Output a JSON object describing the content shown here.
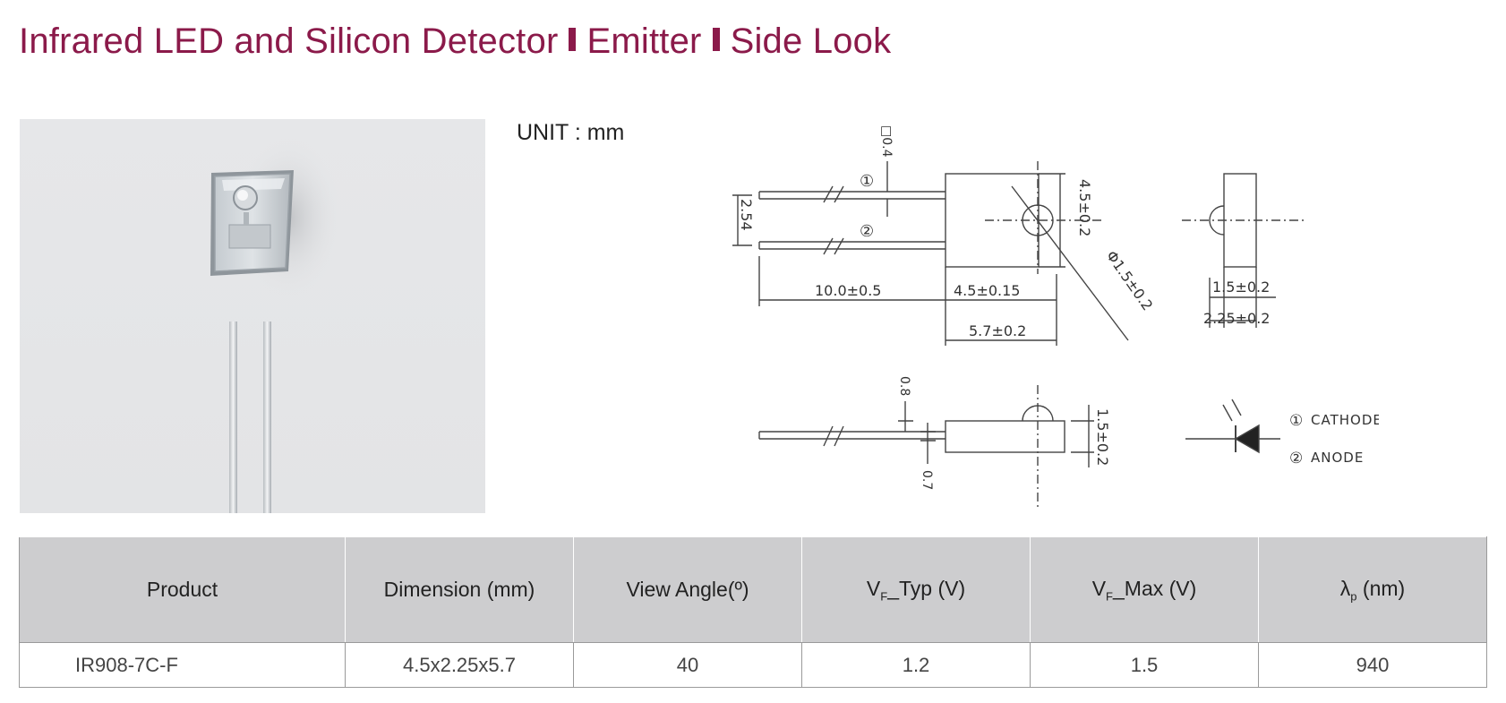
{
  "title": {
    "part1": "Infrared LED and Silicon Detector",
    "part2": "Emitter",
    "part3": "Side Look"
  },
  "unit_label": "UNIT : mm",
  "drawing": {
    "dims": {
      "lead_size": "□0.4",
      "pitch": "2.54",
      "height": "4.5±0.2",
      "lens_dia": "Φ1.5±0.2",
      "lead_length": "10.0±0.5",
      "body_width": "4.5±0.15",
      "overall_width": "5.7±0.2",
      "side_depth": "1.5±0.2",
      "side_overall": "2.25±0.2",
      "lead_offset": "0.8",
      "lead_thick": "0.7",
      "bottom_height": "1.5±0.2"
    },
    "pins": {
      "pin1_marker": "①",
      "pin2_marker": "②",
      "pin1_label": "CATHODE",
      "pin2_label": "ANODE"
    }
  },
  "table": {
    "headers": {
      "product": "Product",
      "dimension": "Dimension (mm)",
      "view_angle": "View Angle(º)",
      "vf_typ_v": "V",
      "vf_typ_sub": "F",
      "vf_typ_rest": "_Typ (V)",
      "vf_max_v": "V",
      "vf_max_sub": "F",
      "vf_max_rest": "_Max (V)",
      "lambda": "λ",
      "lambda_sub": "p",
      "lambda_rest": " (nm)"
    },
    "rows": [
      {
        "product": "IR908-7C-F",
        "dimension": "4.5x2.25x5.7",
        "view_angle": "40",
        "vf_typ": "1.2",
        "vf_max": "1.5",
        "lambda": "940"
      }
    ]
  }
}
